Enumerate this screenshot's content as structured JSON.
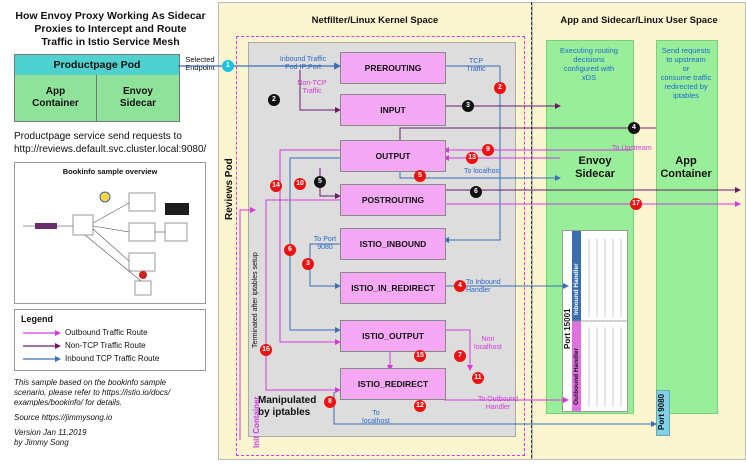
{
  "header": {
    "title_line1": "How Envoy Proxy Working As Sidecar",
    "title_line2": "Proxies to Intercept and Route",
    "title_line3": "Traffic in Istio Service Mesh"
  },
  "pod": {
    "name": "Productpage Pod",
    "app_container_l1": "App",
    "app_container_l2": "Container",
    "envoy_sidecar_l1": "Envoy",
    "envoy_sidecar_l2": "Sidecar",
    "selected_l1": "Selected",
    "selected_l2": "Endpoint"
  },
  "service_text_l1": "Productpage service send requests to",
  "service_text_l2": "http://reviews.default.svc.cluster.local:9080/",
  "bookinfo": {
    "title": "Bookinfo sample overview"
  },
  "legend": {
    "title": "Legend",
    "outbound": "Outbound Traffic Route",
    "non_tcp": "Non-TCP Traffic Route",
    "inbound": "Inbound TCP Traffic Route"
  },
  "notes": {
    "sample_l1": "This sample based on the bookinfo sample",
    "sample_l2": "scenario, please refer to https://istio.io/docs/",
    "sample_l3": "examples/bookinfo/ for details.",
    "source": "Source https://jimmysong.io",
    "version": "Version Jan 11,2019",
    "author": "by Jimmy Song"
  },
  "kernel": {
    "title": "Netfilter/Linux Kernel Space",
    "reviews_pod": "Reviews Pod",
    "manipulated_l1": "Manipulated",
    "manipulated_l2": "by iptables",
    "terminated": "Terminated after iptables setup",
    "init_container": "Init Container",
    "chains": {
      "prerouting": "PREROUTING",
      "input": "INPUT",
      "output": "OUTPUT",
      "postrouting": "POSTROUTING",
      "istio_inbound": "ISTIO_INBOUND",
      "istio_in_redirect": "ISTIO_IN_REDIRECT",
      "istio_output": "ISTIO_OUTPUT",
      "istio_redirect": "ISTIO_REDIRECT"
    }
  },
  "user": {
    "title": "App and Sidecar/Linux User Space",
    "envoy_desc_l1": "Executing routing",
    "envoy_desc_l2": "decisions",
    "envoy_desc_l3": "configured with",
    "envoy_desc_l4": "xDS",
    "app_desc_l1": "Send requests",
    "app_desc_l2": "to upstream",
    "app_desc_l3": "or",
    "app_desc_l4": "consume traffic",
    "app_desc_l5": "redirected by",
    "app_desc_l6": "iptables",
    "envoy_l1": "Envoy",
    "envoy_l2": "Sidecar",
    "app_l1": "App",
    "app_l2": "Container",
    "port_15001": "Port 15001",
    "port_9080": "Port 9080",
    "inbound_handler": "Inbound Handler",
    "outbound_handler": "Outbound Handler"
  },
  "labels": {
    "inbound_traffic_l1": "Inbound Traffic",
    "inbound_traffic_l2": "Pod IP:Port",
    "tcp_traffic_l1": "TCP",
    "tcp_traffic_l2": "Traffic",
    "non_tcp_l1": "Non-TCP",
    "non_tcp_l2": "Traffic",
    "to_upstream": "To Upstream",
    "to_localhost": "To localhost",
    "to_port_l1": "To Port",
    "to_port_l2": "9080",
    "to_inbound_l1": "To Inbound",
    "to_inbound_l2": "Handler",
    "non_localhost_l1": "Non",
    "non_localhost_l2": "localhost",
    "to_outbound_l1": "To Outbound",
    "to_outbound_l2": "Handler",
    "to_localhost2_l1": "To",
    "to_localhost2_l2": "localhost"
  },
  "steps": {
    "s1": "1",
    "s2": "2",
    "s3": "3",
    "s4": "4",
    "s5": "5",
    "s6": "6",
    "s7": "7",
    "s8": "8",
    "s9": "9",
    "s10": "10",
    "s11": "11",
    "s12": "12",
    "s13": "13",
    "s14": "14",
    "s15": "15",
    "s16": "16",
    "s17": "17"
  },
  "colors": {
    "outbound": "#d33ad9",
    "non_tcp": "#6b1d6b",
    "inbound": "#3b6fb6",
    "green": "#99ee99",
    "chain": "#f5a9f5",
    "cyan": "#4fd1cf"
  }
}
